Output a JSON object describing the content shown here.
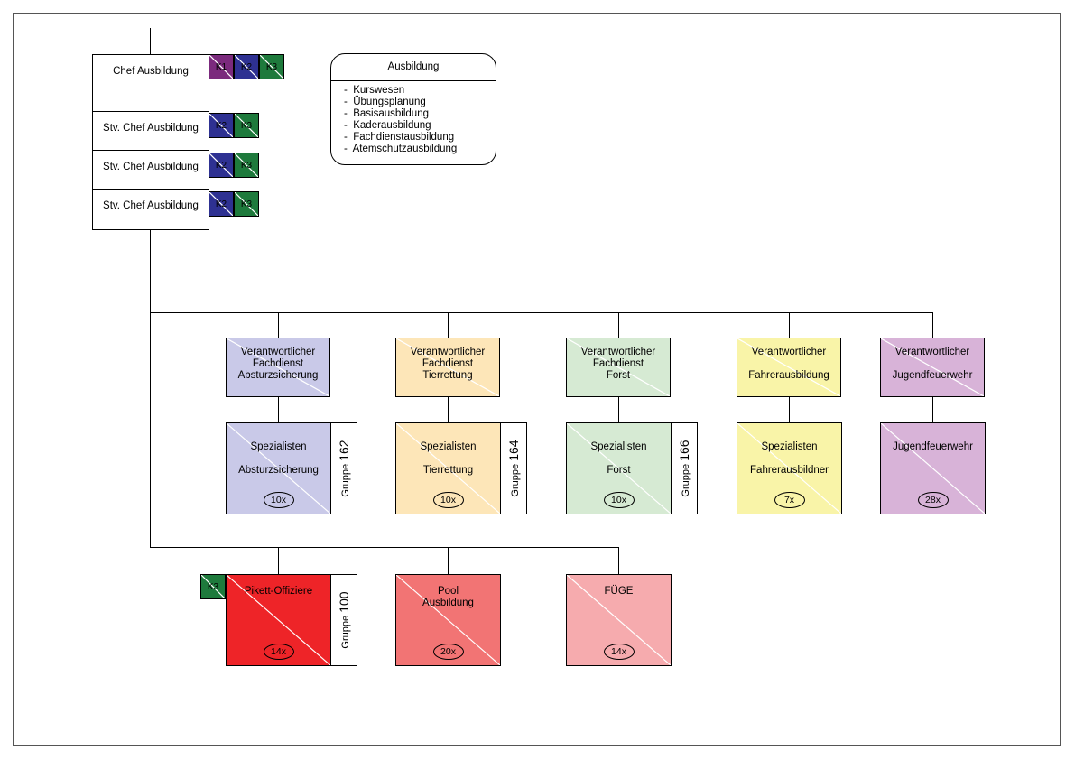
{
  "leadership": {
    "chief": {
      "label": "Chef Ausbildung",
      "tags": [
        "K1",
        "K2",
        "K3"
      ]
    },
    "deputies": [
      {
        "label": "Stv. Chef Ausbildung",
        "tags": [
          "K2",
          "K3"
        ]
      },
      {
        "label": "Stv. Chef Ausbildung",
        "tags": [
          "K2",
          "K3"
        ]
      },
      {
        "label": "Stv. Chef Ausbildung",
        "tags": [
          "K2",
          "K3"
        ]
      }
    ]
  },
  "legend": {
    "title": "Ausbildung",
    "items": [
      "Kurswesen",
      "Übungsplanung",
      "Basisausbildung",
      "Kaderausbildung",
      "Fachdienstausbildung",
      "Atemschutzausbildung"
    ]
  },
  "responsibles": [
    {
      "lines": [
        "Verantwortlicher",
        "Fachdienst",
        "Absturzsicherung"
      ],
      "color": "#c9c9e8"
    },
    {
      "lines": [
        "Verantwortlicher",
        "Fachdienst",
        "Tierrettung"
      ],
      "color": "#fde6b8"
    },
    {
      "lines": [
        "Verantwortlicher",
        "Fachdienst",
        "Forst"
      ],
      "color": "#d6ead3"
    },
    {
      "lines": [
        "Verantwortlicher",
        "",
        "Fahrerausbildung"
      ],
      "color": "#f9f4a8"
    },
    {
      "lines": [
        "Verantwortlicher",
        "",
        "Jugendfeuerwehr"
      ],
      "color": "#d8b3d8"
    }
  ],
  "specialists": [
    {
      "title": "Spezialisten",
      "subtitle": "Absturzsicherung",
      "count": "10x",
      "group_prefix": "Gruppe",
      "group_number": "162",
      "color": "#c9c9e8"
    },
    {
      "title": "Spezialisten",
      "subtitle": "Tierrettung",
      "count": "10x",
      "group_prefix": "Gruppe",
      "group_number": "164",
      "color": "#fde6b8"
    },
    {
      "title": "Spezialisten",
      "subtitle": "Forst",
      "count": "10x",
      "group_prefix": "Gruppe",
      "group_number": "166",
      "color": "#d6ead3"
    },
    {
      "title": "Spezialisten",
      "subtitle": "Fahrerausbildner",
      "count": "7x",
      "color": "#f9f4a8"
    },
    {
      "title": "Jugendfeuerwehr",
      "subtitle": "",
      "count": "28x",
      "color": "#d8b3d8"
    }
  ],
  "bottom_units": [
    {
      "lines": [
        "Pikett-Offiziere",
        ""
      ],
      "count": "14x",
      "tag": "K3",
      "group_prefix": "Gruppe",
      "group_number": "100",
      "color": "#ee2428"
    },
    {
      "lines": [
        "Pool",
        "Ausbildung"
      ],
      "count": "20x",
      "color": "#f27474"
    },
    {
      "lines": [
        "FÜGE",
        ""
      ],
      "count": "14x",
      "color": "#f6abae"
    }
  ],
  "tag_colors": {
    "K1": "#7b2a7d",
    "K2": "#2e3192",
    "K3": "#1e7a3c"
  }
}
